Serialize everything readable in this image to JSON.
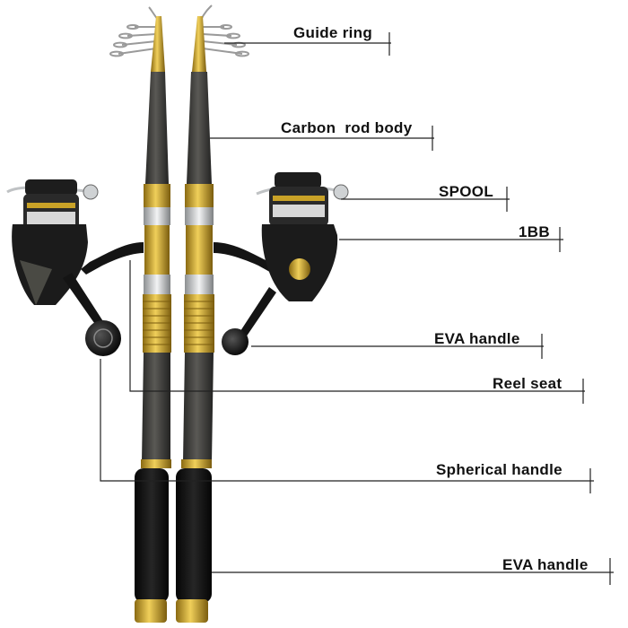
{
  "labels": {
    "guide_ring": "Guide ring",
    "carbon_rod_body": "Carbon  rod body",
    "spool": "SPOOL",
    "bearing": "1BB",
    "eva_handle_reel": "EVA handle",
    "reel_seat": "Reel seat",
    "spherical_handle": "Spherical handle",
    "eva_handle_grip": "EVA handle"
  },
  "colors": {
    "rod_blank": "#3a3a38",
    "gold": "#c9a227",
    "silver": "#cfd2d4",
    "foam": "#121212",
    "reel_body": "#1b1b1b",
    "leader_line": "#222222"
  }
}
